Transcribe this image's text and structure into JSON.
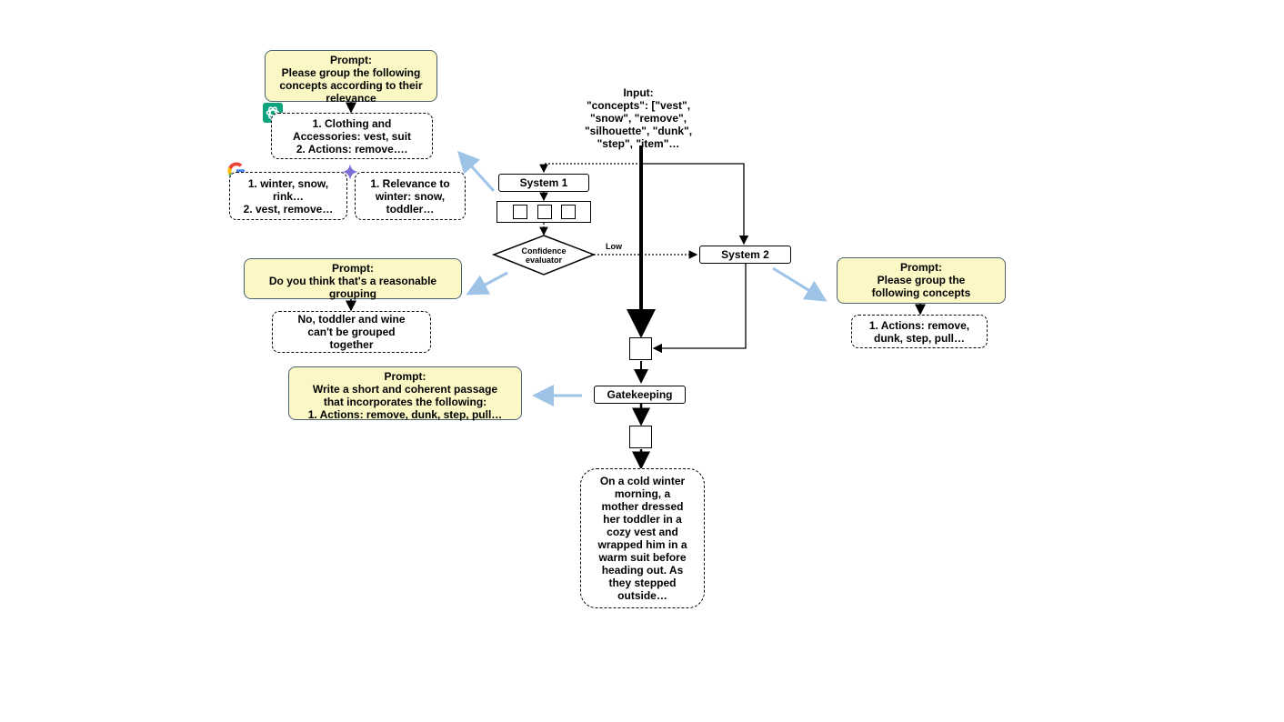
{
  "input": {
    "lines": [
      "Input:",
      "\"concepts\": [\"vest\",",
      "\"snow\", \"remove\",",
      "\"silhouette\", \"dunk\",",
      "\"step\", \"item\"…"
    ]
  },
  "system1": {
    "label": "System 1"
  },
  "system2": {
    "label": "System 2"
  },
  "confidence": {
    "lines": [
      "Confidence",
      "evaluator"
    ],
    "low_label": "Low"
  },
  "gatekeeping": {
    "label": "Gatekeeping"
  },
  "prompt_group_relevance": {
    "lines": [
      "Prompt:",
      "Please group the following",
      "concepts according to their",
      "relevance"
    ]
  },
  "gpt_answer": {
    "lines": [
      "1. Clothing and",
      "Accessories: vest, suit",
      "2. Actions:  remove…."
    ]
  },
  "google_answer": {
    "lines": [
      "1. winter, snow,",
      "rink…",
      "2. vest, remove…"
    ]
  },
  "gemini_answer": {
    "lines": [
      "1. Relevance to",
      "winter: snow,",
      "toddler…"
    ]
  },
  "prompt_reasonable": {
    "lines": [
      "Prompt:",
      "Do you think that's a reasonable",
      "grouping"
    ]
  },
  "reasonable_answer": {
    "lines": [
      "No, toddler and wine",
      "can't be grouped",
      "together"
    ]
  },
  "prompt_passage": {
    "lines": [
      "Prompt:",
      "Write a short and coherent passage",
      "that incorporates the following:",
      "1. Actions: remove, dunk, step, pull…"
    ]
  },
  "prompt_group_simple": {
    "lines": [
      "Prompt:",
      "Please group the",
      "following concepts"
    ]
  },
  "system2_answer": {
    "lines": [
      "1. Actions: remove,",
      "dunk, step, pull…"
    ]
  },
  "passage_output": {
    "lines": [
      "On a cold winter",
      "morning, a",
      "mother dressed",
      "her toddler in a",
      "cozy vest and",
      "wrapped him in a",
      "warm suit before",
      "heading out. As",
      "they stepped",
      "outside…"
    ]
  },
  "colors": {
    "prompt_fill": "#fbf8c6",
    "prompt_border": "#4a6270",
    "arrow_blue": "#9dc3e6",
    "gpt_green": "#10a37f"
  },
  "icons": [
    "chatgpt-logo-icon",
    "google-logo-icon",
    "gemini-sparkle-icon"
  ]
}
